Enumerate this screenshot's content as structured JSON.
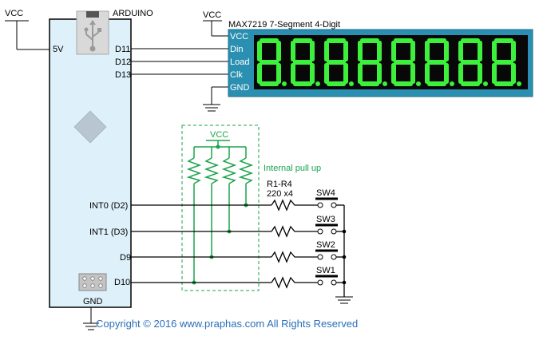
{
  "arduino": {
    "title": "ARDUINO",
    "pin_5v": "5V",
    "pin_d11": "D11",
    "pin_d12": "D12",
    "pin_d13": "D13",
    "pin_int0": "INT0 (D2)",
    "pin_int1": "INT1 (D3)",
    "pin_d9": "D9",
    "pin_d10": "D10",
    "gnd": "GND",
    "vcc": "VCC"
  },
  "display": {
    "vcc_label": "VCC",
    "title": "MAX7219  7-Segment  4-Digit",
    "pins": [
      "VCC",
      "Din",
      "Load",
      "Clk",
      "GND"
    ],
    "digit_count": 8,
    "colors": {
      "body": "#2a8fb0",
      "segment": "#3cf03c"
    }
  },
  "pullup": {
    "vcc_label": "VCC",
    "caption": "Internal pull up",
    "color": "#1aa34a"
  },
  "resistors": {
    "label": "R1-R4",
    "value": "220 x4"
  },
  "switches": [
    "SW4",
    "SW3",
    "SW2",
    "SW1"
  ],
  "footer": {
    "copyright": "Copyright © 2016 www.praphas.com  All Rights Reserved"
  }
}
